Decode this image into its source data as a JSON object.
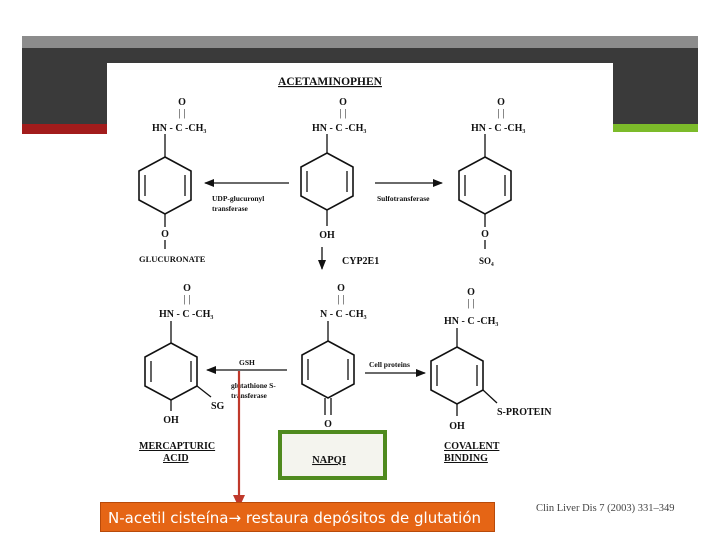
{
  "title": "ACETAMINOPHEN",
  "top_formula": {
    "o": "O",
    "bond": "| |",
    "formula": "HN - C -CH₃",
    "bottom": "OH"
  },
  "left_formula": {
    "o": "O",
    "bond": "| |",
    "formula": "HN - C -CH₃",
    "bottom_o": "O",
    "bottom_label": "GLUCURONATE"
  },
  "right_formula": {
    "o": "O",
    "bond": "| |",
    "formula": "HN - C -CH₃",
    "bottom_o": "O",
    "bottom_label": "SO₄"
  },
  "enzymes": {
    "udp_line1": "UDP-glucuronyl",
    "udp_line2": "transferase",
    "sulfo": "Sulfotransferase",
    "cyp": "CYP2E1",
    "gsh": "GSH",
    "gst_line1": "glutathione S-",
    "gst_line2": "transferase",
    "cell_proteins": "Cell proteins"
  },
  "napqi": {
    "o": "O",
    "bond": "| |",
    "formula": "N - C -CH₃",
    "bottom_o": "O",
    "label": "NAPQI"
  },
  "mercapturic": {
    "o": "O",
    "bond": "| |",
    "formula": "HN - C -CH₃",
    "sg": "SG",
    "oh": "OH",
    "label1": "MERCAPTURIC",
    "label2": "ACID"
  },
  "covalent": {
    "o": "O",
    "bond": "| |",
    "formula": "HN - C -CH₃",
    "sprotein": "S-PROTEIN",
    "oh": "OH",
    "label1": "COVALENT",
    "label2": "BINDING"
  },
  "footer": {
    "text": "N-acetil cisteína→ restaura depósitos de glutatión"
  },
  "citation": "Clin Liver Dis 7 (2003) 331–349",
  "colors": {
    "red_arrow": "#c0392b",
    "napqi_box": "#4f8a1e",
    "footer_bg": "#e56515"
  }
}
